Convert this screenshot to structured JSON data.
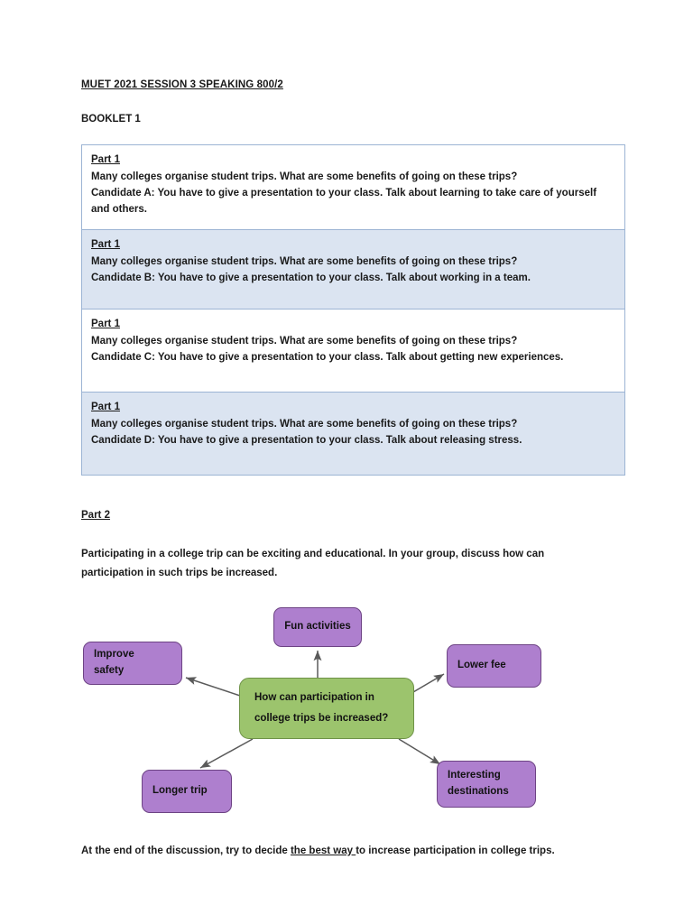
{
  "document": {
    "title": "MUET 2021 SESSION 3 SPEAKING 800/2",
    "booklet": "BOOKLET 1"
  },
  "part1": {
    "label": "Part 1",
    "prompt": "Many colleges organise student trips. What are some benefits of going on these trips?",
    "candidates": [
      {
        "shaded": false,
        "label": "Part 1",
        "prompt": "Many colleges organise student trips. What are some benefits of going on these trips?",
        "instruction_prefix": "Candidate A: You have to give a presentation to your class. Talk about ",
        "topic": "learning to take care of yourself and others."
      },
      {
        "shaded": true,
        "label": "Part 1",
        "prompt": "Many colleges organise student trips. What are some benefits of going on these trips?",
        "instruction_prefix": "Candidate B: You have to give a presentation to your class. Talk about ",
        "topic": "working in a team."
      },
      {
        "shaded": false,
        "label": "Part 1",
        "prompt": "Many colleges organise student trips. What are some benefits of going on these trips?",
        "instruction_prefix": "Candidate C: You have to give a presentation to your class. Talk about ",
        "topic": "getting new experiences."
      },
      {
        "shaded": true,
        "label": "Part 1",
        "prompt": "Many colleges organise student trips. What are some benefits of going on these trips?",
        "instruction_prefix": "Candidate D: You have to give a presentation to your class. Talk about ",
        "topic": "releasing stress."
      }
    ]
  },
  "part2": {
    "label": "Part 2",
    "intro": "Participating in a college trip can be exciting and educational. In your group, discuss how can participation in such trips be increased.",
    "closing": {
      "prefix": "At the end of the discussion, try to ",
      "bold_start": "decide ",
      "underlined": "the best way ",
      "bold_end": "to increase participation in college trips."
    }
  },
  "diagram": {
    "type": "mind-map",
    "center": {
      "text_line1": "How can participation in",
      "text_line2": "college trips be increased?",
      "fill": "#9cc46d",
      "border": "#6e9247"
    },
    "branch_fill": "#ae7fce",
    "branch_border": "#6d4384",
    "connector_color": "#5a5a5a",
    "branches": [
      {
        "id": "fun",
        "text_line1": "Fun activities",
        "text_line2": ""
      },
      {
        "id": "improve",
        "text_line1": "Improve",
        "text_line2": "safety"
      },
      {
        "id": "lower",
        "text_line1": "Lower fee",
        "text_line2": ""
      },
      {
        "id": "longer",
        "text_line1": "Longer trip",
        "text_line2": ""
      },
      {
        "id": "interest",
        "text_line1": "Interesting",
        "text_line2": "destinations"
      }
    ]
  },
  "colors": {
    "table_border": "#9cb4d4",
    "table_shade": "#dbe4f1",
    "text": "#1a1a1a"
  }
}
